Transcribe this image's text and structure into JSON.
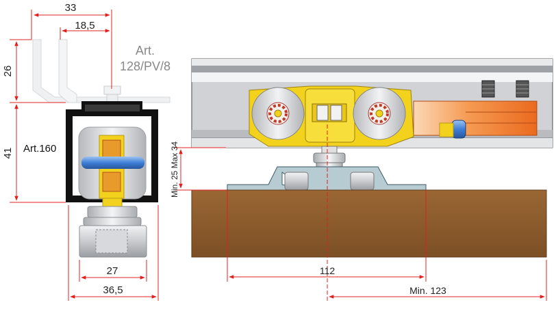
{
  "side_view": {
    "dim_top_overall": "33",
    "dim_top_inner": "18,5",
    "bracket_label_line1": "Art.",
    "bracket_label_line2": "128/PV/8",
    "dim_bracket_height": "26",
    "dim_track_height": "41",
    "track_label": "Art.160",
    "dim_clamp_width": "27",
    "dim_overall_width": "36,5"
  },
  "front_view": {
    "dim_gap": "Min. 25 Max 34",
    "dim_plate_width": "112",
    "dim_min_offset": "Min. 123"
  },
  "colors": {
    "dimension_line": "#e02020",
    "carriage_yellow": "#f3d21e",
    "stopper_orange": "#f07a2a",
    "door_wood": "#8a5a2e",
    "track_grey": "#c8cacd",
    "rail_black": "#111111",
    "axle_blue": "#3f7fd6"
  }
}
